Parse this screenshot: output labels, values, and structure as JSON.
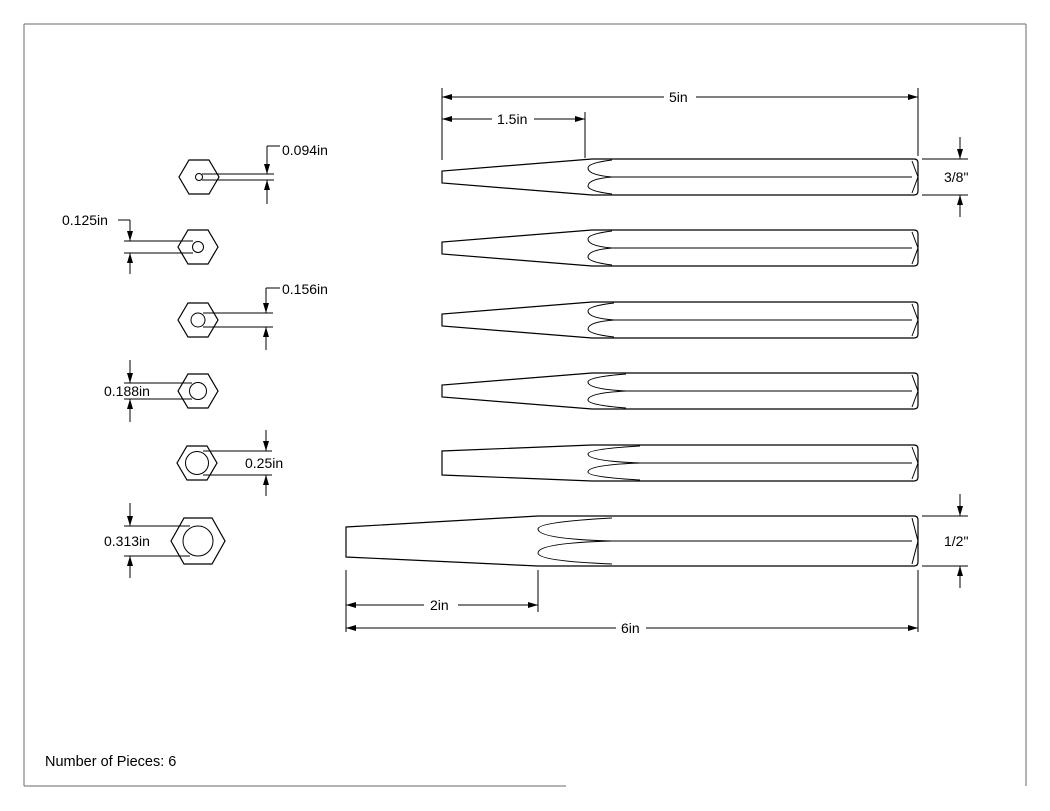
{
  "drawing": {
    "note": "Number of Pieces: 6",
    "hex_diameters": [
      "0.094in",
      "0.125in",
      "0.156in",
      "0.188in",
      "0.25in",
      "0.313in"
    ],
    "dimensions": {
      "overall_length_small": "5in",
      "taper_length_small": "1.5in",
      "stock_size_small": "3/8\"",
      "overall_length_large": "6in",
      "taper_length_large": "2in",
      "stock_size_large": "1/2\""
    }
  }
}
